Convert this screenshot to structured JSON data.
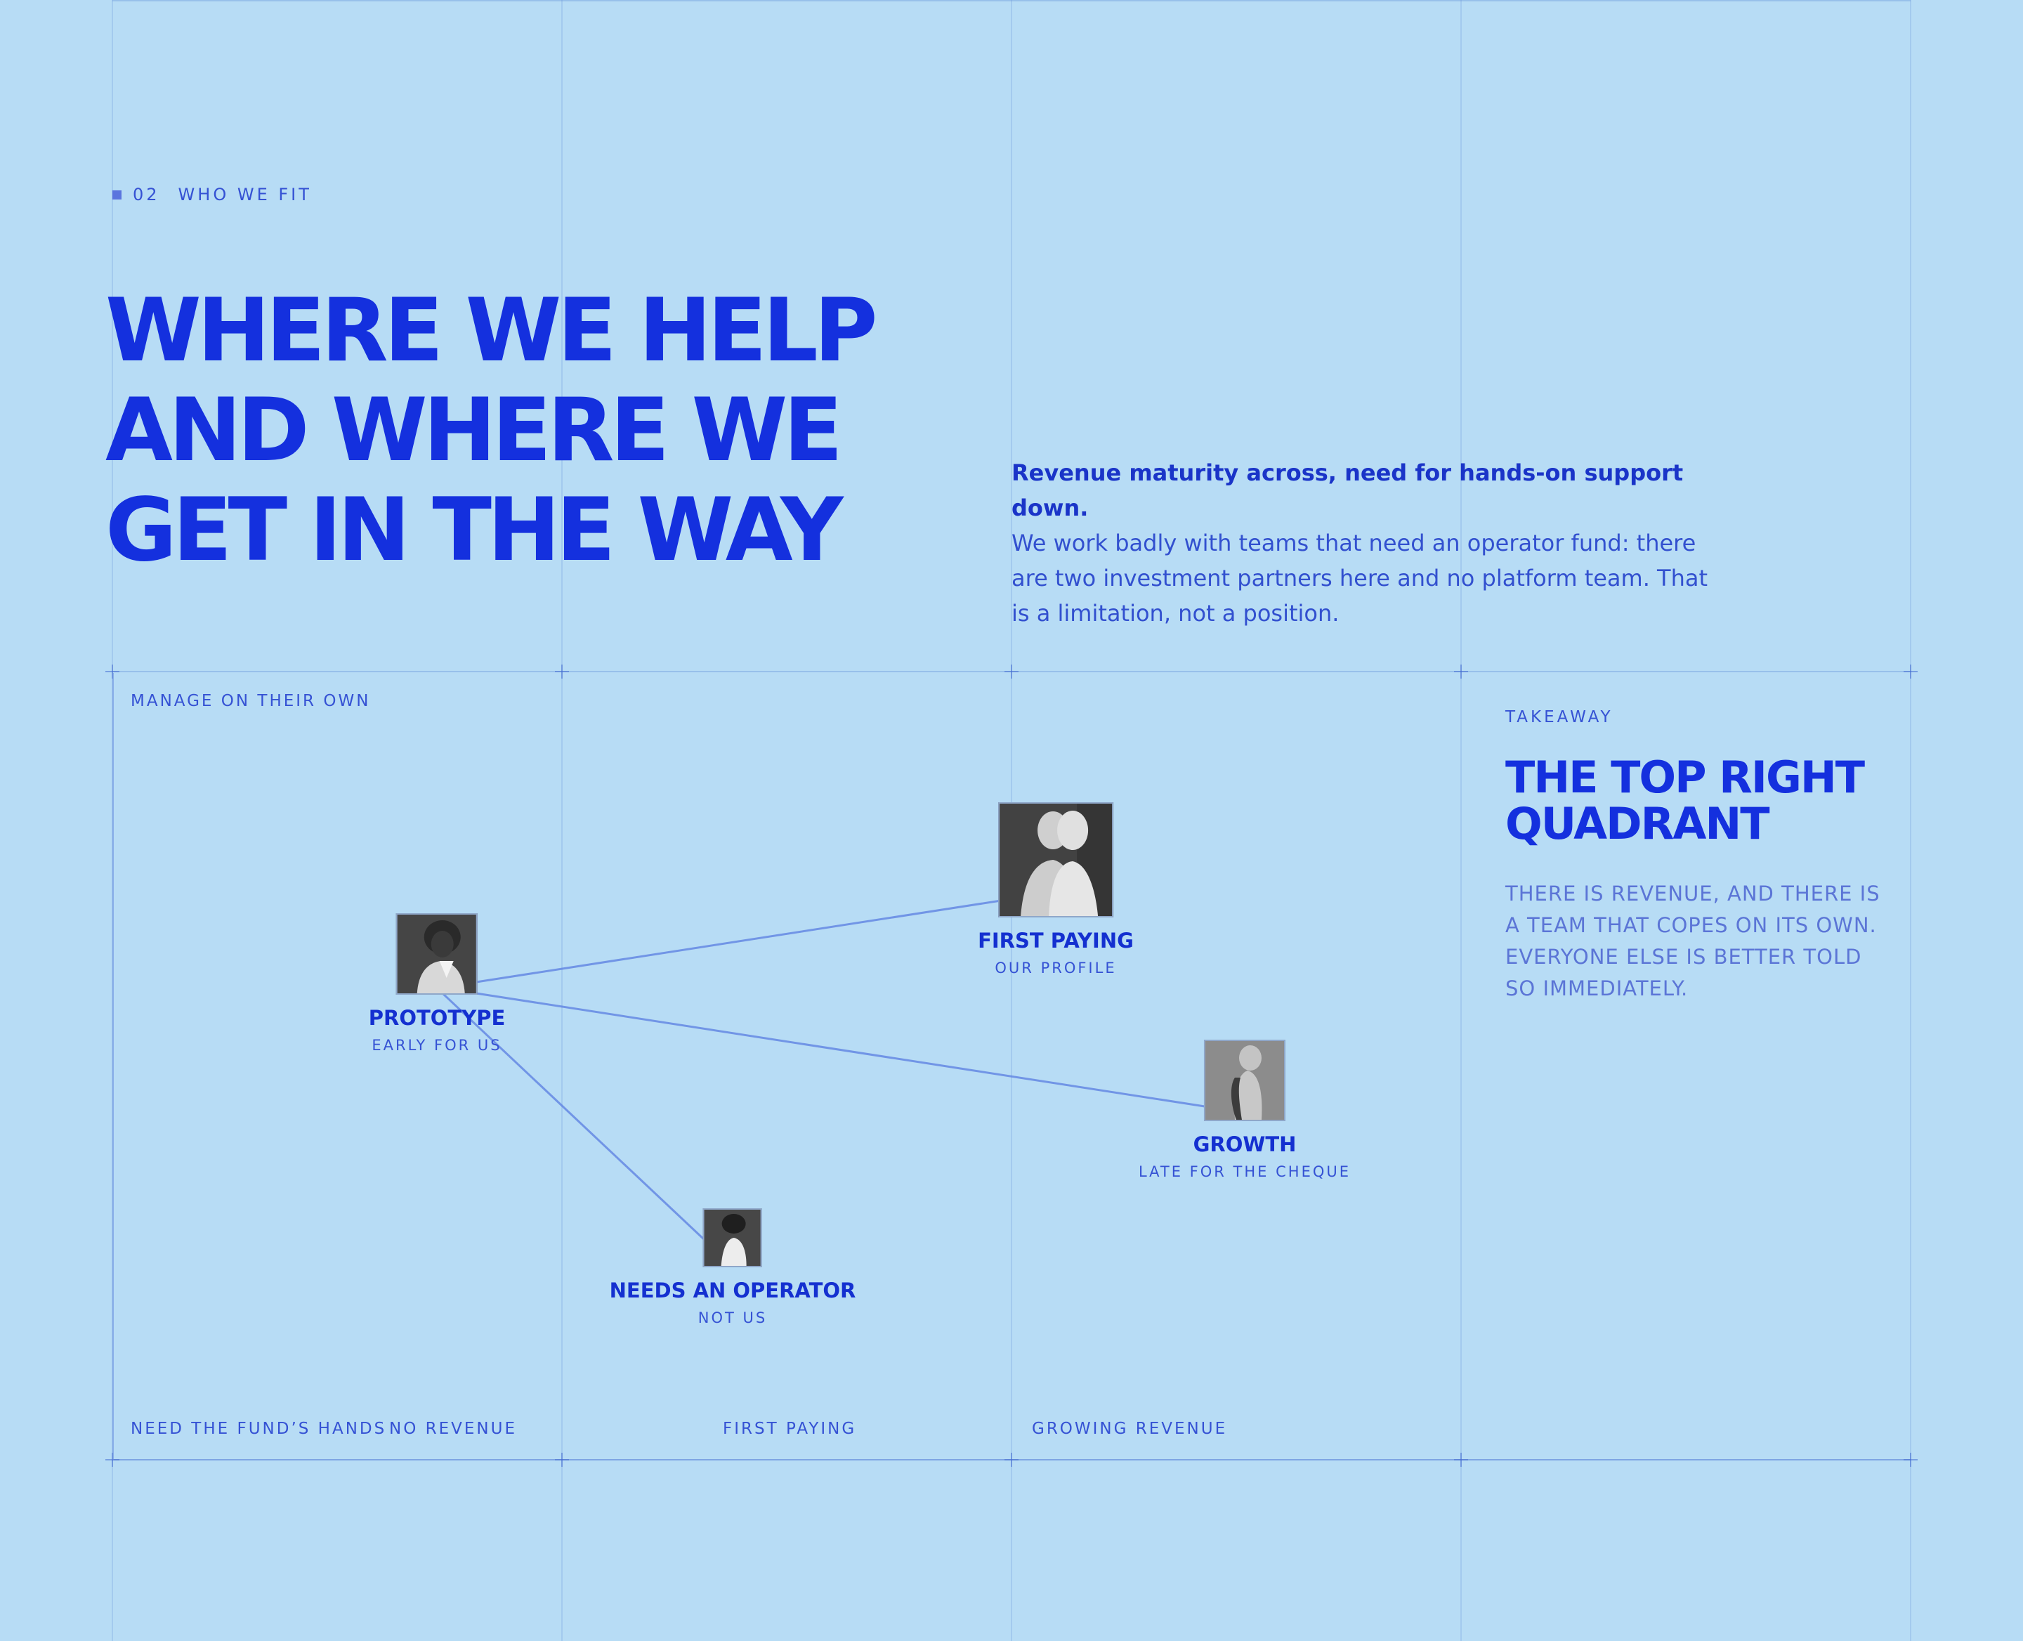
{
  "section": {
    "number": "02",
    "label": "WHO WE FIT"
  },
  "headline": {
    "line1": "WHERE WE HELP",
    "line2": "AND WHERE WE",
    "line3": "GET IN THE WAY"
  },
  "intro": {
    "lead": "Revenue maturity across, need for hands-on support down.",
    "body": "We work badly with teams that need an operator fund: there are two investment partners here and no platform team. That is a limitation, not a position."
  },
  "matrix": {
    "y_axis_top": "MANAGE ON THEIR OWN",
    "y_axis_bottom": "NEED THE FUND’S HANDS",
    "x_axis": [
      "NO REVENUE",
      "FIRST PAYING",
      "GROWING REVENUE"
    ],
    "nodes": [
      {
        "id": "prototype",
        "name": "PROTOTYPE",
        "sub": "EARLY FOR US",
        "icon": "person-portrait-icon"
      },
      {
        "id": "first-paying",
        "name": "FIRST PAYING",
        "sub": "OUR PROFILE",
        "icon": "two-people-portrait-icon"
      },
      {
        "id": "growth",
        "name": "GROWTH",
        "sub": "LATE FOR THE CHEQUE",
        "icon": "person-profile-icon"
      },
      {
        "id": "needs-operator",
        "name": "NEEDS AN OPERATOR",
        "sub": "NOT US",
        "icon": "person-portrait-icon"
      }
    ]
  },
  "takeaway": {
    "label": "TAKEAWAY",
    "title_line1": "THE TOP RIGHT",
    "title_line2": "QUADRANT",
    "body": "THERE IS REVENUE, AND THERE IS A TEAM THAT COPES ON ITS OWN. EVERYONE ELSE IS BETTER TOLD SO IMMEDIATELY."
  },
  "colors": {
    "background": "#b7dcf5",
    "accent": "#1430de",
    "muted": "#5b75d6",
    "connector": "#5a7ee0"
  }
}
